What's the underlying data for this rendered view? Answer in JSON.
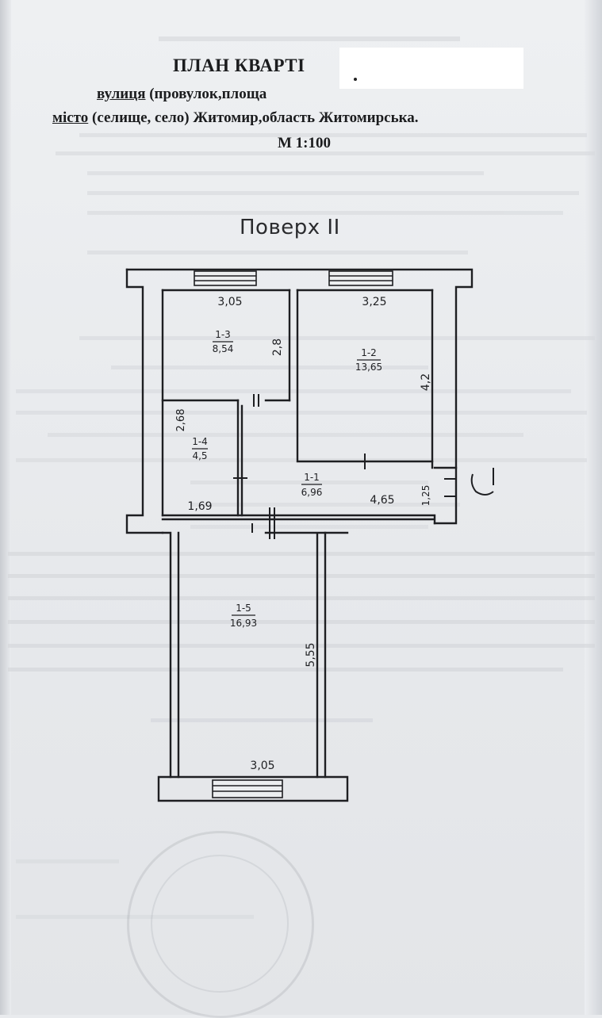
{
  "header": {
    "title": "ПЛАН КВАРТІ",
    "street_prefix": "вулиця",
    "street_rest": " (провулок,площа",
    "city_prefix": "місто",
    "city_rest": " (селище, село) Житомир,область Житомирська.",
    "scale": "М 1:100"
  },
  "floor_label": "Поверх II",
  "rooms": [
    {
      "id": "1-3",
      "area": "8,54"
    },
    {
      "id": "1-2",
      "area": "13,65"
    },
    {
      "id": "1-4",
      "area": "4,5"
    },
    {
      "id": "1-1",
      "area": "6,96"
    },
    {
      "id": "1-5",
      "area": "16,93"
    }
  ],
  "dimensions": {
    "room13_width": "3,05",
    "room12_width": "3,25",
    "room13_height": "2,8",
    "room12_height": "4,2",
    "room14_height": "2,68",
    "room14_width": "1,69",
    "room11_width": "4,65",
    "entry_depth": "1,25",
    "room15_height": "5,55",
    "room15_width": "3,05"
  },
  "colors": {
    "ink": "#1e1f22",
    "paper": "#eceef0",
    "redaction": "#ffffff"
  }
}
